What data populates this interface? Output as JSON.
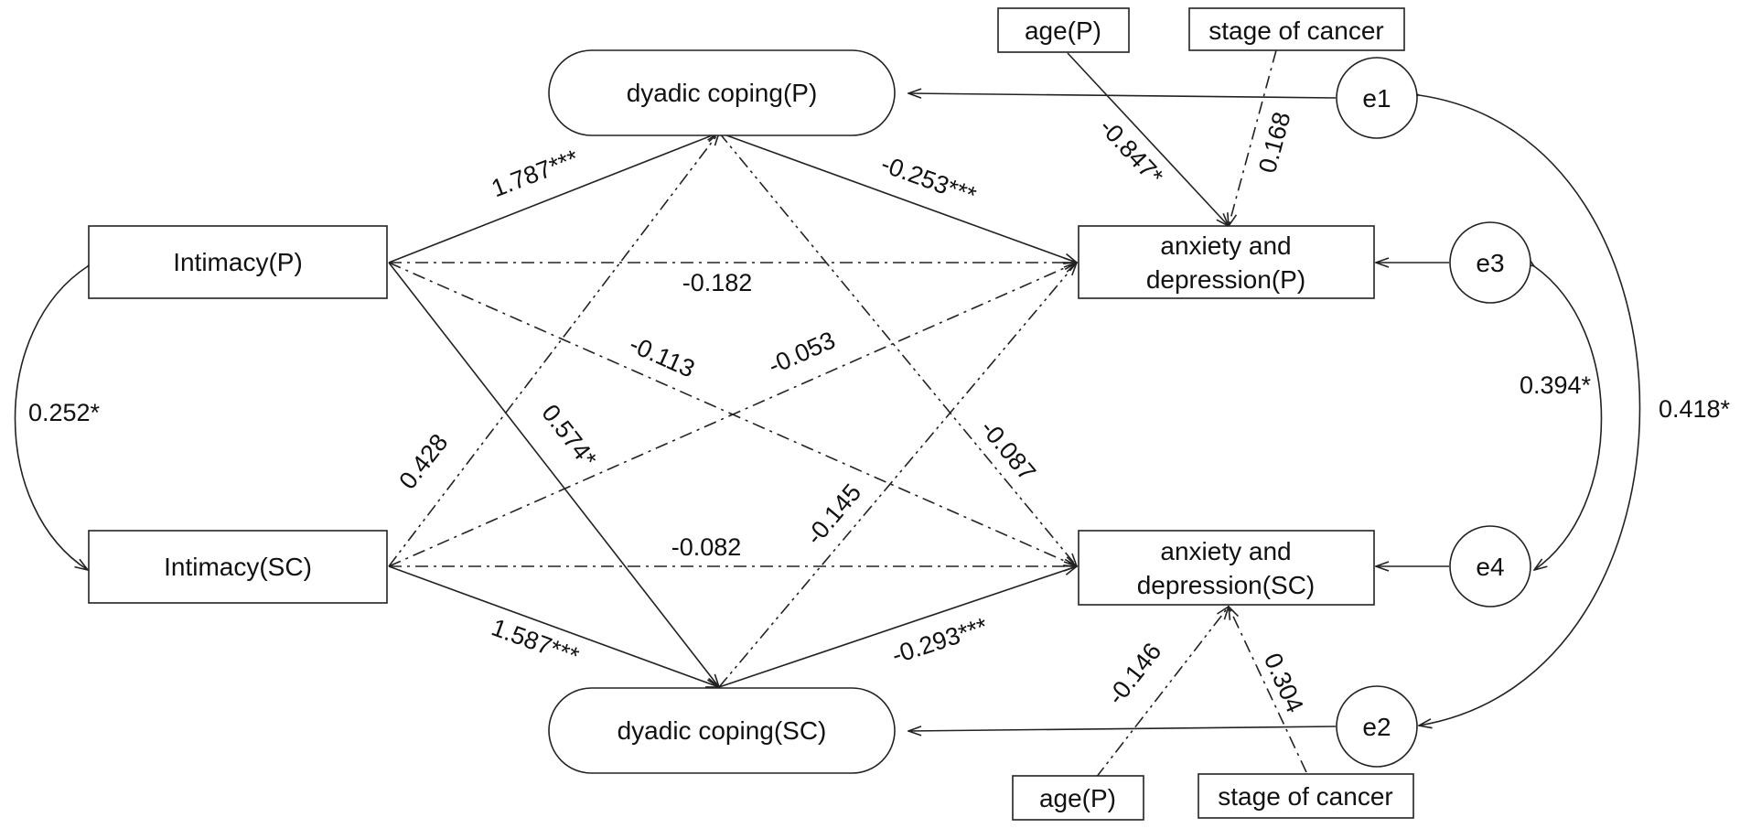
{
  "nodes": {
    "intimacy_p": "Intimacy(P)",
    "intimacy_sc": "Intimacy(SC)",
    "dyadic_coping_p": "dyadic coping(P)",
    "dyadic_coping_sc": "dyadic coping(SC)",
    "anx_dep_p": [
      "anxiety and",
      "depression(P)"
    ],
    "anx_dep_sc": [
      "anxiety and",
      "depression(SC)"
    ],
    "age_p_top": "age(P)",
    "stage_top": "stage of cancer",
    "age_p_bottom": "age(P)",
    "stage_bottom": "stage of cancer",
    "e1": "e1",
    "e2": "e2",
    "e3": "e3",
    "e4": "e4"
  },
  "coefficients": {
    "intp_dcp": "1.787***",
    "dcp_adp": "-0.253***",
    "intp_adp": "-0.182",
    "intp_adsc": "-0.113",
    "intsc_adp": "-0.053",
    "intp_dcsc": "0.574*",
    "intsc_dcp": "0.428",
    "dcp_adsc": "-0.087",
    "dcsc_adp": "-0.145",
    "intsc_adsc": "-0.082",
    "intsc_dcsc": "1.587***",
    "dcsc_adsc": "-0.293***",
    "agep_adp": "-0.847*",
    "stage_adp": "0.168",
    "agep_adsc": "-0.146",
    "stage_adsc": "0.304",
    "cov_intimacy": "0.252*",
    "cov_e3_e4": "0.394*",
    "cov_e1_e2": "0.418*"
  }
}
